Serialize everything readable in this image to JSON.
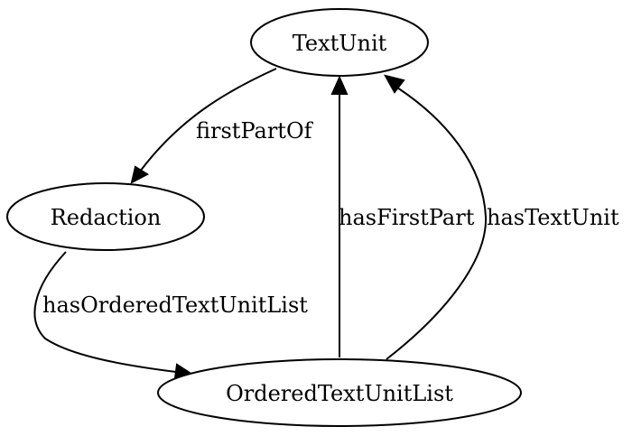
{
  "nodes": {
    "text_unit": "TextUnit",
    "redaction": "Redaction",
    "ordered_text_unit_list": "OrderedTextUnitList"
  },
  "edges": {
    "first_part_of": "firstPartOf",
    "has_ordered_text_unit_list": "hasOrderedTextUnitList",
    "has_first_part": "hasFirstPart",
    "has_text_unit": "hasTextUnit"
  }
}
